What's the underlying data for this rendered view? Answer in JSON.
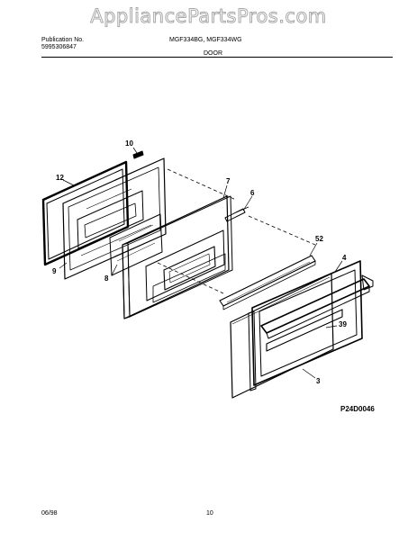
{
  "watermark": "AppliancePartsPros.com",
  "header": {
    "publication_label": "Publication No.",
    "publication_number": "5995306847",
    "models": "MGF334BG, MGF334WG",
    "section": "DOOR"
  },
  "callouts": {
    "c10": "10",
    "c12": "12",
    "c7": "7",
    "c6": "6",
    "c9": "9",
    "c8": "8",
    "c52": "52",
    "c4": "4",
    "c39": "39",
    "c3": "3"
  },
  "diagram_id": "P24D0046",
  "footer": {
    "date": "06/98",
    "page": "10"
  },
  "colors": {
    "line": "#000000",
    "watermark_stroke": "#9a9a9a",
    "background": "#ffffff"
  }
}
